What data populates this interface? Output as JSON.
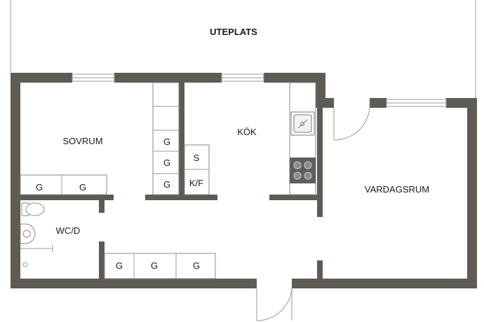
{
  "plan": {
    "rooms": {
      "uteplats": "UTEPLATS",
      "sovrum": "SOVRUM",
      "kok": "KÖK",
      "vardagsrum": "VARDAGSRUM",
      "wc": "WC/D"
    },
    "cabinets": {
      "sovrum_g1": "G",
      "sovrum_g2": "G",
      "hall_g1": "G",
      "hall_g2": "G",
      "hall_g3": "G",
      "kitchen_g1": "G",
      "kitchen_g2": "G",
      "kitchen_g3": "G",
      "kitchen_s": "S",
      "kitchen_kf": "K/F"
    },
    "colors": {
      "wall": "#5d5b52",
      "line": "#9a9a9a",
      "background": "#ffffff"
    }
  }
}
